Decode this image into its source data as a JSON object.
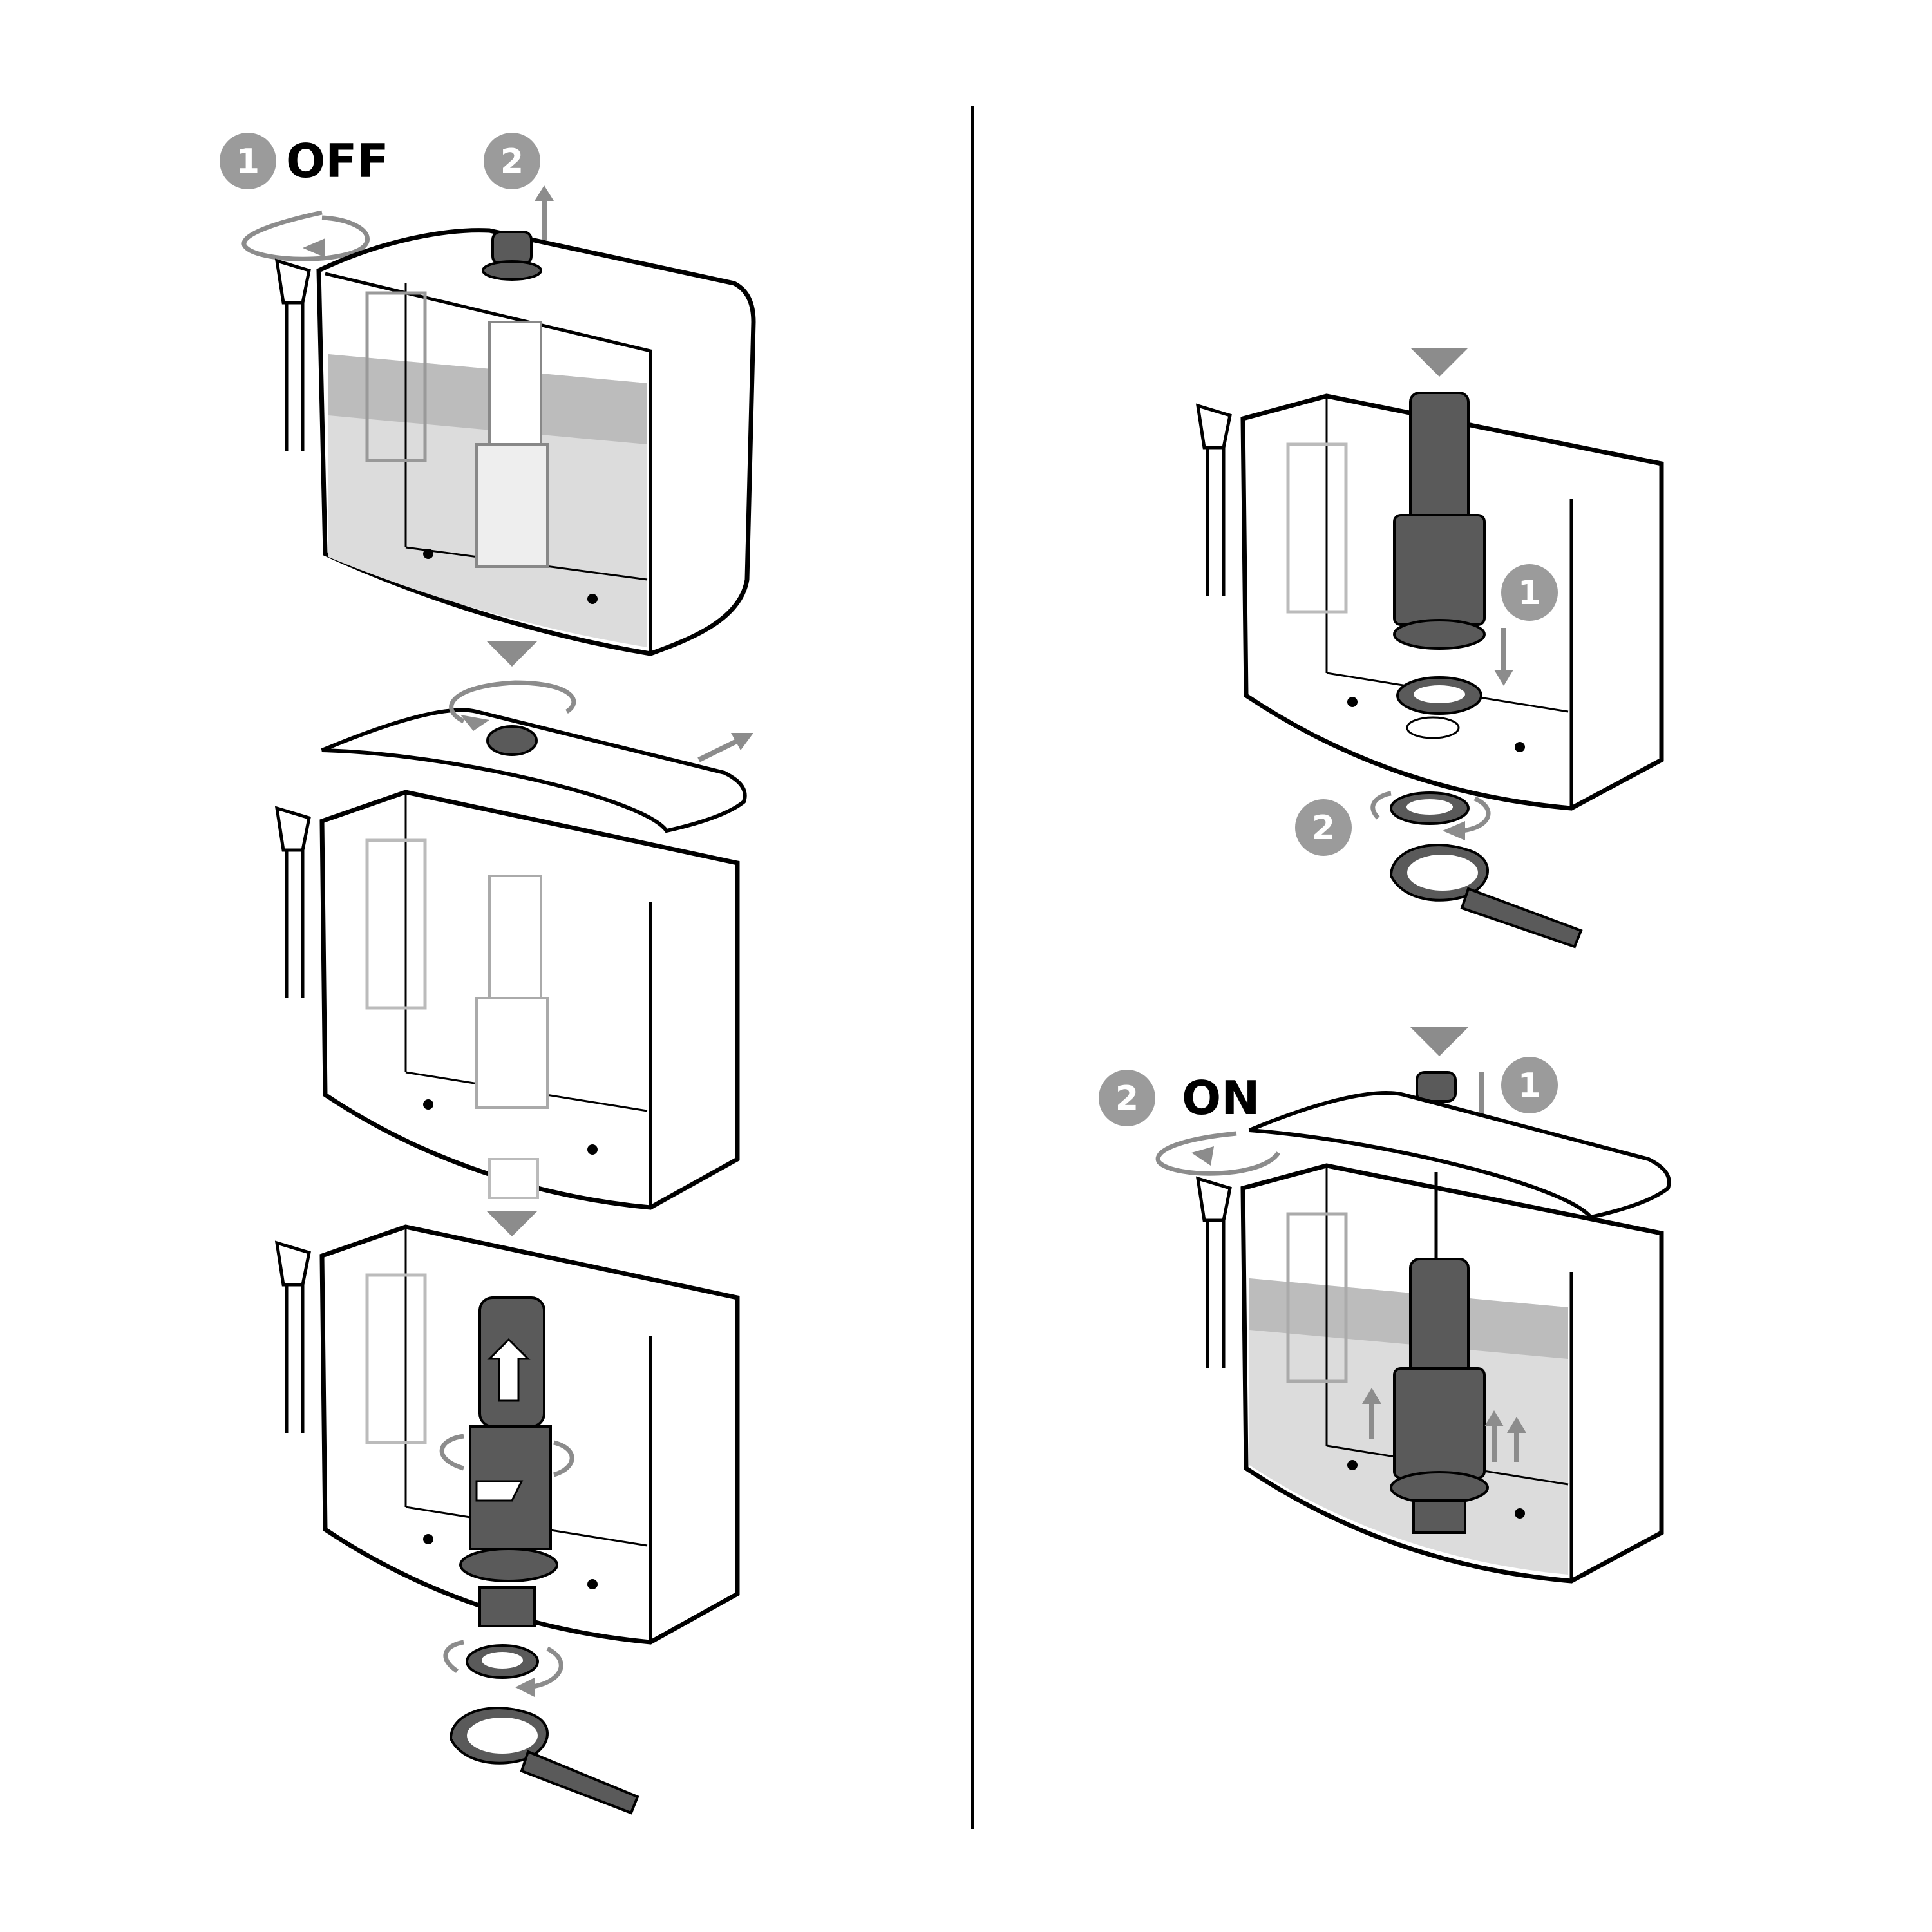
{
  "steps": {
    "remove": {
      "badge1": "1",
      "word1": "OFF",
      "badge2": "2"
    },
    "install": {
      "badge1": "1",
      "badge2": "2"
    },
    "close": {
      "badge1": "1",
      "badge2": "2",
      "word2": "ON"
    }
  },
  "colors": {
    "ink": "#000000",
    "badge": "#9b9b9b",
    "arrow": "#8c8c8c",
    "part": "#5a5a5a",
    "water": "#dcdcdc",
    "waterline": "#b4b4b4",
    "ghost": "#c8c8c8"
  },
  "icons": [
    "rotate-arrow-icon",
    "up-arrow-icon",
    "down-arrow-icon",
    "down-triangle-icon"
  ]
}
